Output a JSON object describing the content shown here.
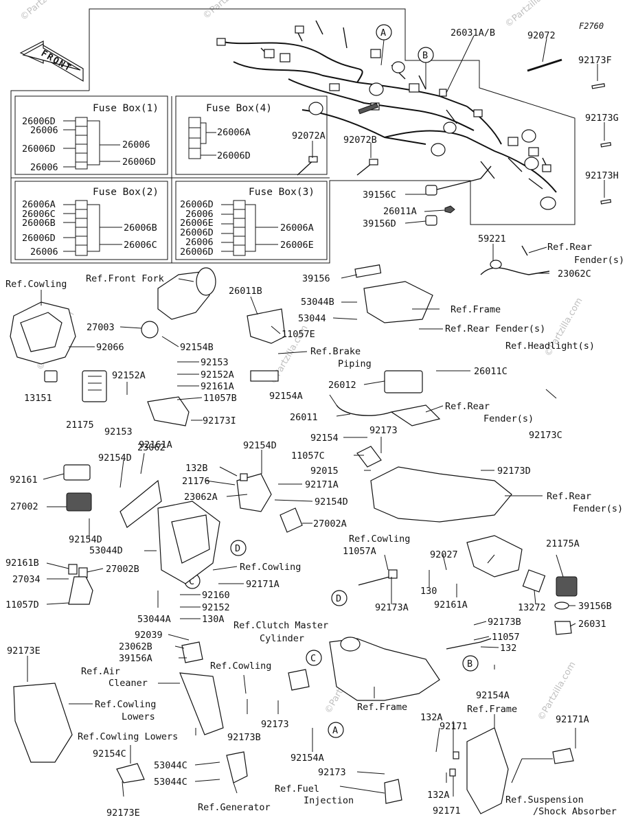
{
  "diagram_code": "F2760",
  "direction_label": "FRONT",
  "watermark": "©Partzilla.com",
  "fuse_boxes": [
    {
      "title": "Fuse Box(1)",
      "labels": [
        "26006D",
        "26006",
        "26006D",
        "26006",
        "26006",
        "26006D"
      ]
    },
    {
      "title": "Fuse Box(4)",
      "labels": [
        "26006A",
        "26006D"
      ]
    },
    {
      "title": "Fuse Box(2)",
      "labels": [
        "26006A",
        "26006C",
        "26006B",
        "26006D",
        "26006",
        "26006B",
        "26006C"
      ]
    },
    {
      "title": "Fuse Box(3)",
      "labels": [
        "26006D",
        "26006",
        "26006E",
        "26006D",
        "26006",
        "26006D",
        "26006A",
        "26006E"
      ]
    }
  ],
  "callouts": [
    "A",
    "B",
    "C",
    "D",
    "A",
    "B",
    "C",
    "D"
  ],
  "labels": [
    "26031A/B",
    "92072",
    "92173F",
    "92173G",
    "92173H",
    "92072A",
    "92072B",
    "39156C",
    "26011A",
    "39156D",
    "59221",
    "Ref.Rear",
    "Fender(s)",
    "23062C",
    "39156",
    "53044B",
    "Ref.Frame",
    "53044",
    "Ref.Rear Fender(s)",
    "Ref.Headlight(s)",
    "Ref.Cowling",
    "Ref.Front Fork",
    "26011B",
    "27003",
    "11057E",
    "92066",
    "92154B",
    "Ref.Brake",
    "Piping",
    "92153",
    "92152A",
    "92152A",
    "92161A",
    "11057B",
    "13151",
    "21175",
    "92153",
    "92161A",
    "92173I",
    "26012",
    "26011C",
    "92154A",
    "26011",
    "Ref.Rear",
    "Fender(s)",
    "92173C",
    "92154",
    "92173",
    "11057C",
    "92015",
    "92173D",
    "Ref.Rear",
    "Fender(s)",
    "92161",
    "92154D",
    "23062",
    "132B",
    "92154D",
    "21176",
    "92171A",
    "23062A",
    "92154D",
    "27002",
    "27002A",
    "92154D",
    "53044D",
    "Ref.Cowling",
    "92161B",
    "27002B",
    "27034",
    "11057D",
    "92171A",
    "92160",
    "92152",
    "130A",
    "53044A",
    "Ref.Cowling",
    "11057A",
    "92027",
    "21175A",
    "130",
    "92161A",
    "92173A",
    "13272",
    "39156B",
    "26031",
    "92039",
    "Ref.Clutch Master",
    "Cylinder",
    "23062B",
    "39156A",
    "92173B",
    "11057",
    "132",
    "92173E",
    "Ref.Air",
    "Cleaner",
    "Ref.Cowling",
    "Ref.Cowling",
    "Lowers",
    "Ref.Frame",
    "92154A",
    "92173B",
    "92173",
    "Ref.Cowling Lowers",
    "92154A",
    "132A",
    "Ref.Frame",
    "92171",
    "92171A",
    "92154C",
    "53044C",
    "53044C",
    "92173",
    "Ref.Fuel",
    "Injection",
    "Ref.Generator",
    "132A",
    "92171",
    "Ref.Suspension",
    "/Shock Absorber",
    "92173E"
  ]
}
